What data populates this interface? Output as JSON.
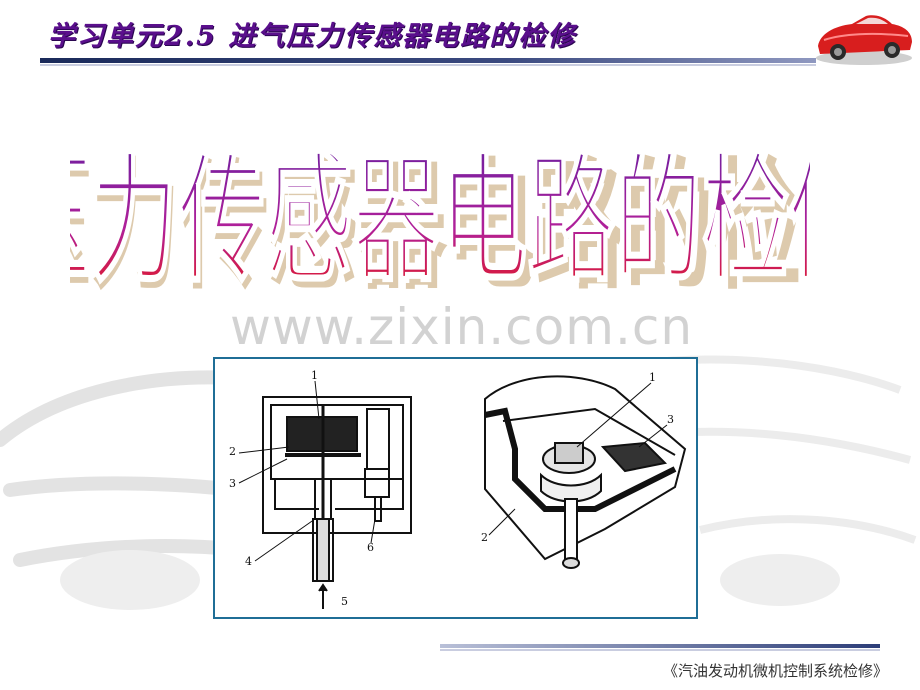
{
  "header": {
    "title": "学习单元2.5 进气压力传感器电路的检修"
  },
  "wordart": {
    "text": "压力传感器电路的检修"
  },
  "watermark": {
    "text": "www.zixin.com.cn"
  },
  "figure": {
    "left_labels": [
      "1",
      "2",
      "3",
      "4",
      "5",
      "6"
    ],
    "right_labels": [
      "1",
      "2",
      "3"
    ]
  },
  "footer": {
    "text": "《汽油发动机微机控制系统检修》"
  },
  "colors": {
    "title": "#5a0f8c",
    "accent_line": "#1a2a5a",
    "frame": "#1f6e96",
    "car": "#d81e1e"
  }
}
